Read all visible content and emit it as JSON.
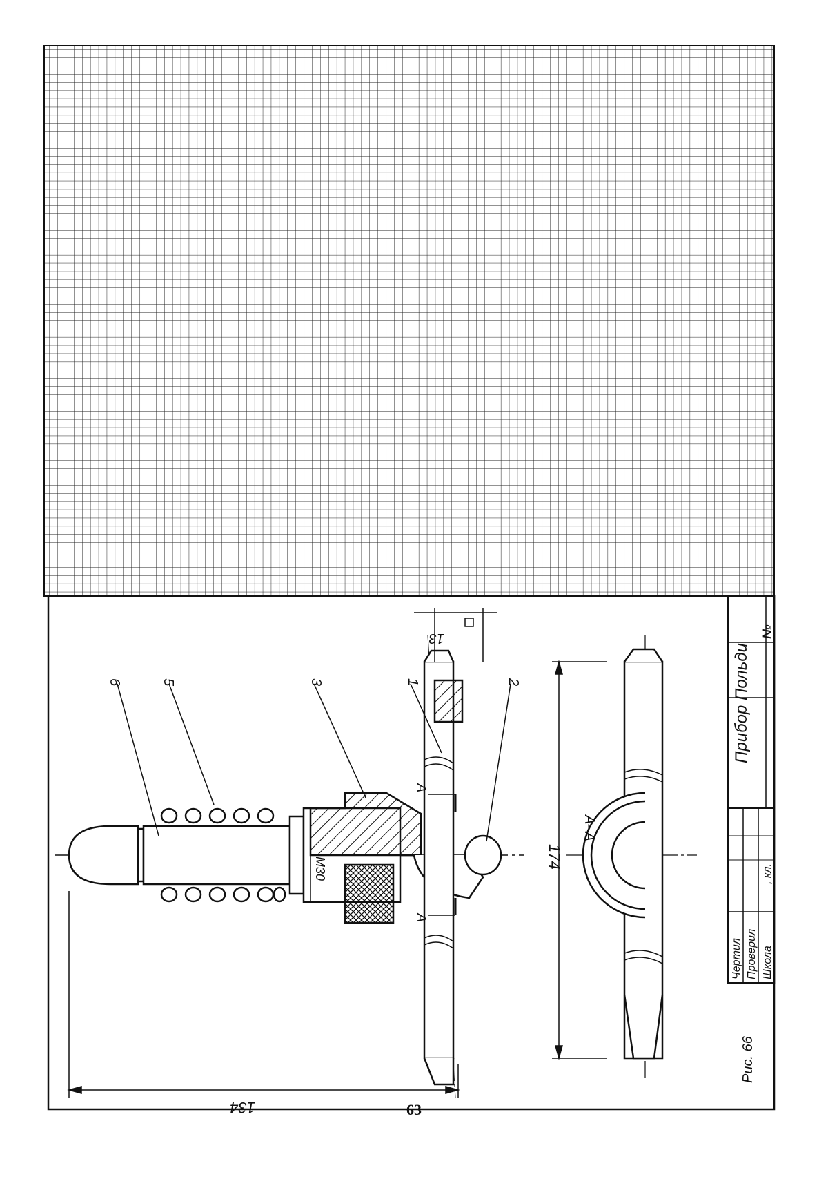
{
  "drawing": {
    "view_label": "А–А",
    "section_mark": "А",
    "part_numbers": [
      "1",
      "2",
      "3",
      "5",
      "6"
    ],
    "dimensions": {
      "overall_length": "134",
      "handle_length": "174",
      "thread": "M30",
      "square": "13"
    }
  },
  "title_block": {
    "title": "Прибор Польди",
    "drawn_by": "Чертил",
    "checked_by": "Проверил",
    "school": "Школа",
    "class_label": ", кл.",
    "number_label": "№"
  },
  "figure_caption": "Рис. 66",
  "page_number": "63"
}
